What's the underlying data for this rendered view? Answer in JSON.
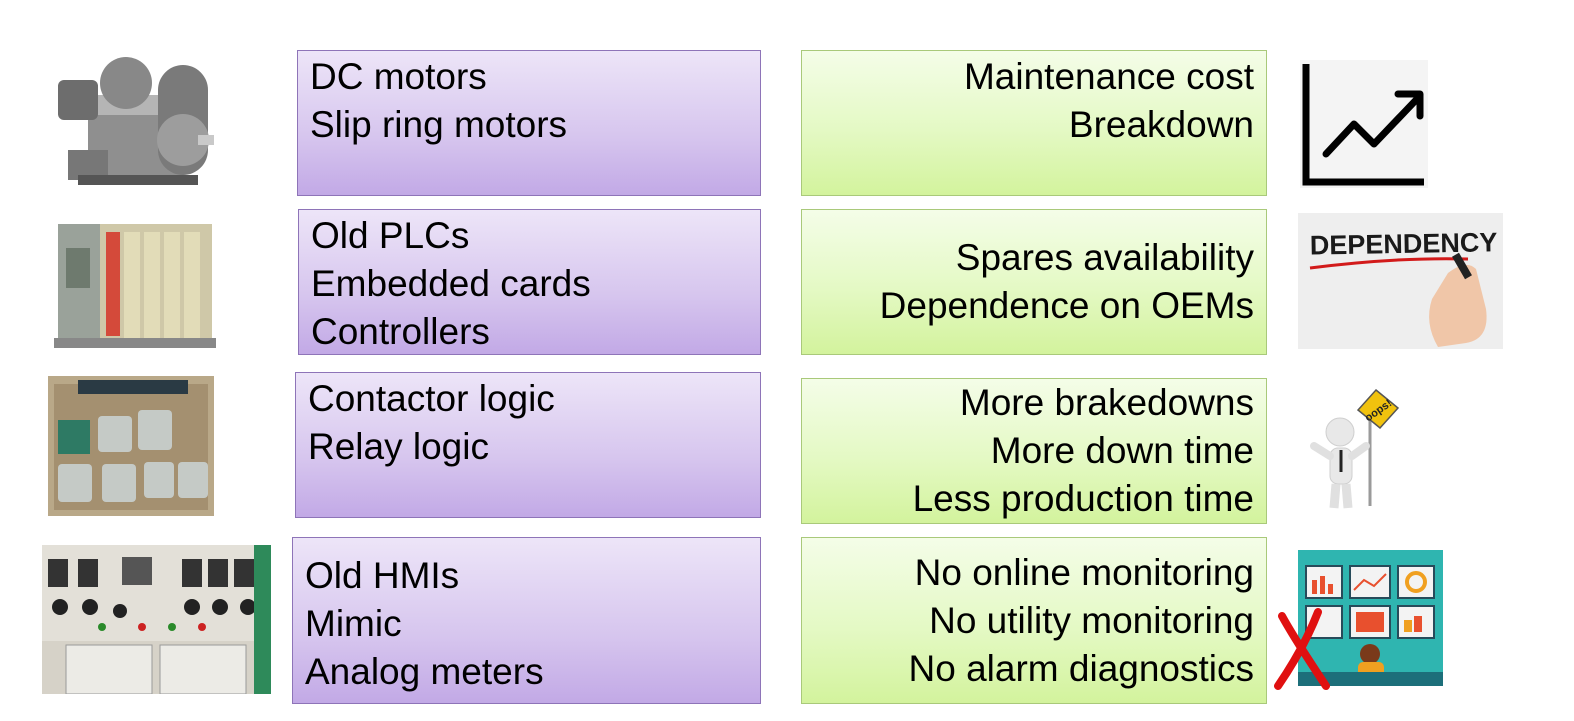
{
  "rows": [
    {
      "equipment": [
        "DC motors",
        "Slip ring motors"
      ],
      "impact": [
        "Maintenance cost",
        "Breakdown"
      ],
      "left_icon": "dc-motor-photo",
      "right_icon": "rising-cost-chart-icon"
    },
    {
      "equipment": [
        "Old PLCs",
        "Embedded cards",
        "Controllers"
      ],
      "impact": [
        "Spares availability",
        "Dependence on OEMs"
      ],
      "left_icon": "plc-rack-photo",
      "right_icon": "dependency-handwriting-image",
      "right_image_text": "DEPENDENCY"
    },
    {
      "equipment": [
        "Contactor logic",
        "Relay logic"
      ],
      "impact": [
        "More brakedowns",
        "More down time",
        "Less production time"
      ],
      "left_icon": "relay-board-photo",
      "right_icon": "oops-sign-figure-image",
      "right_image_text": "oops!"
    },
    {
      "equipment": [
        "Old HMIs",
        "Mimic",
        "Analog meters"
      ],
      "impact": [
        "No online monitoring",
        "No utility monitoring",
        "No alarm diagnostics"
      ],
      "left_icon": "control-panel-photo",
      "right_icon": "monitoring-dashboard-illustration"
    }
  ],
  "colors": {
    "left_box_top": "#ede5f8",
    "left_box_bottom": "#c2a9e6",
    "right_box_top": "#f4fde8",
    "right_box_bottom": "#d3f39d",
    "cross_mark": "#e01010"
  }
}
